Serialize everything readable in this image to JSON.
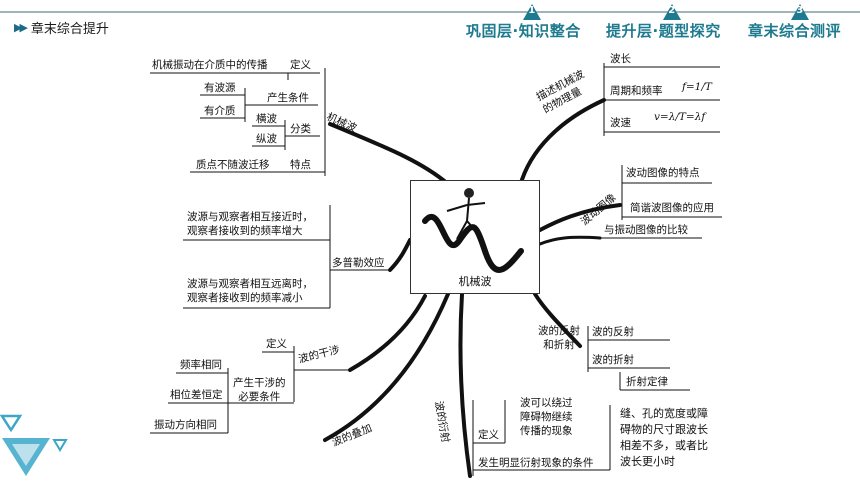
{
  "header": {
    "breadcrumb": "章末综合提升",
    "tabs": [
      {
        "num": "1",
        "label": "巩固层·知识整合"
      },
      {
        "num": "2",
        "label": "提升层·题型探究"
      },
      {
        "num": "3",
        "label": "章末综合测评"
      }
    ]
  },
  "center": {
    "label": "机械波"
  },
  "branches": {
    "jixiebo": {
      "label": "机械波",
      "dingyi": "定义",
      "dingyi_text": "机械振动在介质中的传播",
      "chansheng": "产生条件",
      "you_boyuan": "有波源",
      "you_jiezhi": "有介质",
      "fenlei": "分类",
      "hengbo": "横波",
      "zongbo": "纵波",
      "tedian": "特点",
      "tedian_text": "质点不随波迁移"
    },
    "wuliliang": {
      "label_line1": "描述机械波",
      "label_line2": "的物理量",
      "bochang": "波长",
      "zhouqi": "周期和频率",
      "formula_f": "f=1/T",
      "bosu": "波速",
      "formula_v": "v=λ/T=λf"
    },
    "tuxiang": {
      "label": "波动图像",
      "tedian": "波动图像的特点",
      "jianxie": "简谐波图像的应用",
      "bijiao": "与振动图像的比较"
    },
    "duopule": {
      "label": "多普勒效应",
      "near_line1": "波源与观察者相互接近时，",
      "near_line2": "观察者接收到的频率增大",
      "far_line1": "波源与观察者相互远离时，",
      "far_line2": "观察者接收到的频率减小"
    },
    "fanshe": {
      "label_line1": "波的反射",
      "label_line2": "和折射",
      "fanshe": "波的反射",
      "zheshe": "波的折射",
      "zheshe_law": "折射定律"
    },
    "ganshe": {
      "label": "波的干涉",
      "dingyi": "定义",
      "tiaojian_line1": "产生干涉的",
      "tiaojian_line2": "必要条件",
      "pinlv": "频率相同",
      "xiangwei": "相位差恒定",
      "fangxiang": "振动方向相同"
    },
    "diejia": {
      "label": "波的叠加"
    },
    "yanshe": {
      "label": "波的衍射",
      "dingyi": "定义",
      "dingyi_line1": "波可以绕过",
      "dingyi_line2": "障碍物继续",
      "dingyi_line3": "传播的现象",
      "tiaojian": "发生明显衍射现象的条件",
      "tiaojian_line1": "缝、孔的宽度或障",
      "tiaojian_line2": "碍物的尺寸跟波长",
      "tiaojian_line3": "相差不多，或者比",
      "tiaojian_line4": "波长更小时"
    }
  },
  "colors": {
    "accent": "#1e7a8e",
    "triangle": "#3aa7c9",
    "line": "#111111"
  }
}
